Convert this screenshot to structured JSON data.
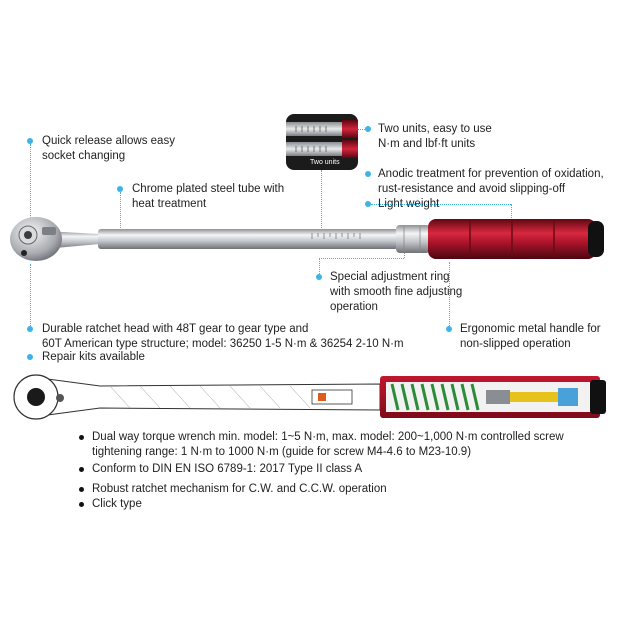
{
  "callouts": {
    "quick_release": "Quick release allows easy\nsocket changing",
    "chrome_tube": "Chrome plated steel tube with\nheat treatment",
    "two_units": "Two units, easy to use\nN·m and lbf·ft units",
    "anodic": "Anodic treatment for prevention of oxidation,\nrust-resistance and avoid slipping-off",
    "light_weight": "Light weight",
    "adjust_ring": "Special adjustment ring\nwith smooth fine adjusting\noperation",
    "ratchet_head": "Durable ratchet head with 48T gear to gear type and\n60T American type structure; model: 36250 1-5 N·m & 36254 2-10 N·m",
    "repair_kits": "Repair kits available",
    "handle": "Ergonomic metal handle for\nnon-slipped operation"
  },
  "inset": {
    "label": "Two units"
  },
  "features": [
    "Dual way torque wrench min. model: 1~5 N·m, max. model: 200~1,000 N·m controlled screw\ntightening range: 1 N·m to 1000 N·m (guide for screw M4-4.6 to M23-10.9)",
    "Conform to DIN EN ISO 6789-1: 2017 Type II class A",
    "Robust ratchet mechanism for C.W. and C.C.W. operation",
    "Click type"
  ],
  "colors": {
    "accent": "#3cb4e6",
    "handle_red": "#b3122a",
    "chrome": "#c9ccd0"
  }
}
